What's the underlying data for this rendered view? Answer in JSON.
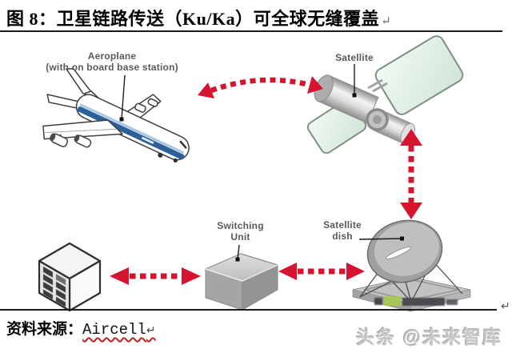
{
  "title": {
    "text": "图 8：卫星链路传送（Ku/Ka）可全球无缝覆盖",
    "paragraph_mark": "↵"
  },
  "diagram": {
    "aeroplane_label": {
      "line1": "Aeroplane",
      "line2": "(with on board base station)"
    },
    "satellite_label": "Satellite",
    "switching_unit_label": {
      "line1": "Switching",
      "line2": "Unit"
    },
    "satellite_dish_label": {
      "line1": "Satellite",
      "line2": "dish"
    }
  },
  "source": {
    "label": "资料来源：",
    "value": "Aircell",
    "paragraph_mark": "↵"
  },
  "footer": {
    "paragraph_mark": "↵"
  },
  "watermark": "头条 @未来智库",
  "colors": {
    "arrow_red": "#d5152f",
    "solar_panel_green": "#d9ecdd",
    "fuselage_stripe_blue": "#2d5f99",
    "label_gray": "#5a5a5a"
  }
}
